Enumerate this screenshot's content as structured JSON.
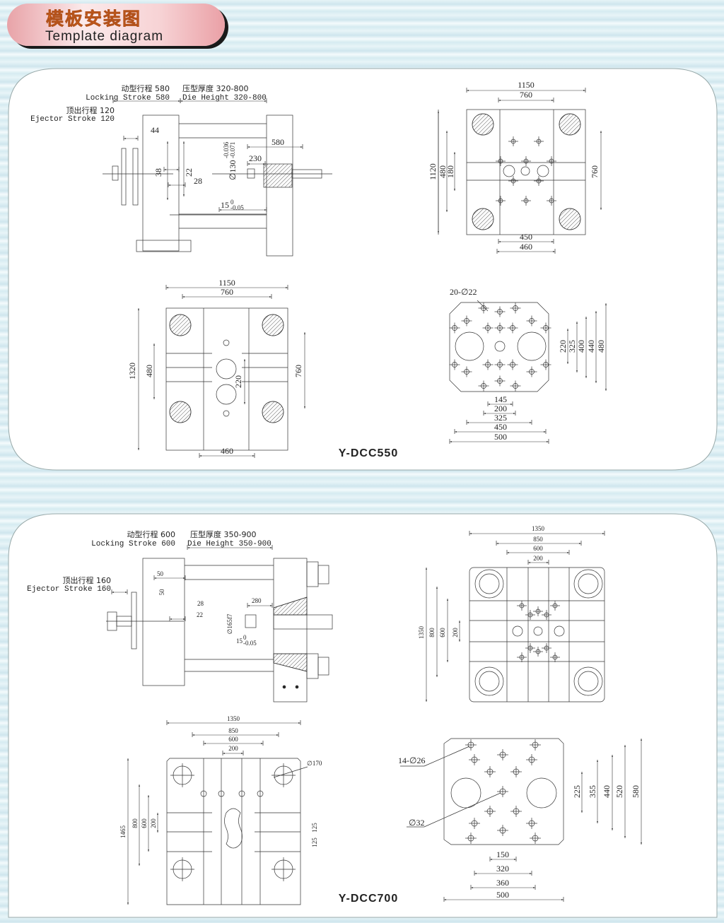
{
  "header": {
    "title_cn": "模板安装图",
    "title_en": "Template diagram"
  },
  "models": [
    {
      "name": "Y-DCC550",
      "side_view": {
        "locking_stroke_cn": "动型行程 580",
        "locking_stroke_en": "Locking Stroke 580",
        "die_height_cn": "压型厚度 320-800",
        "die_height_en": "Die Height 320-800",
        "ejector_stroke_cn": "顶出行程 120",
        "ejector_stroke_en": "Ejector Stroke 120",
        "d44": "44",
        "d38": "38",
        "d22": "22",
        "d28": "28",
        "d580": "580",
        "d230": "230",
        "diameter": "∅130",
        "dia_upper": "-0.036",
        "dia_lower": "-0.071",
        "offset": "15",
        "offset_upper": "0",
        "offset_lower": "-0.05"
      },
      "front_view": {
        "width": "1150",
        "tie_h": "760",
        "height": "1120",
        "v480": "480",
        "v180": "180",
        "tie_v": "760",
        "b450": "450",
        "b460": "460"
      },
      "moving_platen": {
        "width": "1150",
        "tie_h": "760",
        "height": "1320",
        "v480": "480",
        "tie_v": "760",
        "v220": "220",
        "b460": "460"
      },
      "bolt_pattern": {
        "holes": "20-∅22",
        "v220": "220",
        "v325": "325",
        "v400": "400",
        "v440": "440",
        "v480": "480",
        "h145": "145",
        "h200": "200",
        "h325": "325",
        "h450": "450",
        "h500": "500"
      }
    },
    {
      "name": "Y-DCC700",
      "side_view": {
        "locking_stroke_cn": "动型行程 600",
        "locking_stroke_en": "Locking Stroke 600",
        "die_height_cn": "压型厚度 350-900",
        "die_height_en": "Die Height 350-900",
        "ejector_stroke_cn": "顶出行程 160",
        "ejector_stroke_en": "Ejector Stroke 160",
        "d50a": "50",
        "d50b": "50",
        "d28": "28",
        "d22": "22",
        "d280": "280",
        "diameter": "∅165f7",
        "offset": "15",
        "offset_upper": "0",
        "offset_lower": "-0.05"
      },
      "front_view": {
        "w1350": "1350",
        "w850": "850",
        "w600": "600",
        "w200": "200",
        "h1350": "1350",
        "v800": "800",
        "v600": "600",
        "v200": "200"
      },
      "moving_platen": {
        "w1350": "1350",
        "w850": "850",
        "w600": "600",
        "w200": "200",
        "d170": "∅170",
        "h1465": "1465",
        "v800": "800",
        "v600": "600",
        "v200": "200",
        "v125a": "125",
        "v125b": "125"
      },
      "bolt_pattern": {
        "holes": "14-∅26",
        "center_hole": "∅32",
        "v225": "225",
        "v355": "355",
        "v440": "440",
        "v520": "520",
        "v580": "580",
        "h150": "150",
        "h320": "320",
        "h360": "360",
        "h500": "500"
      }
    }
  ]
}
